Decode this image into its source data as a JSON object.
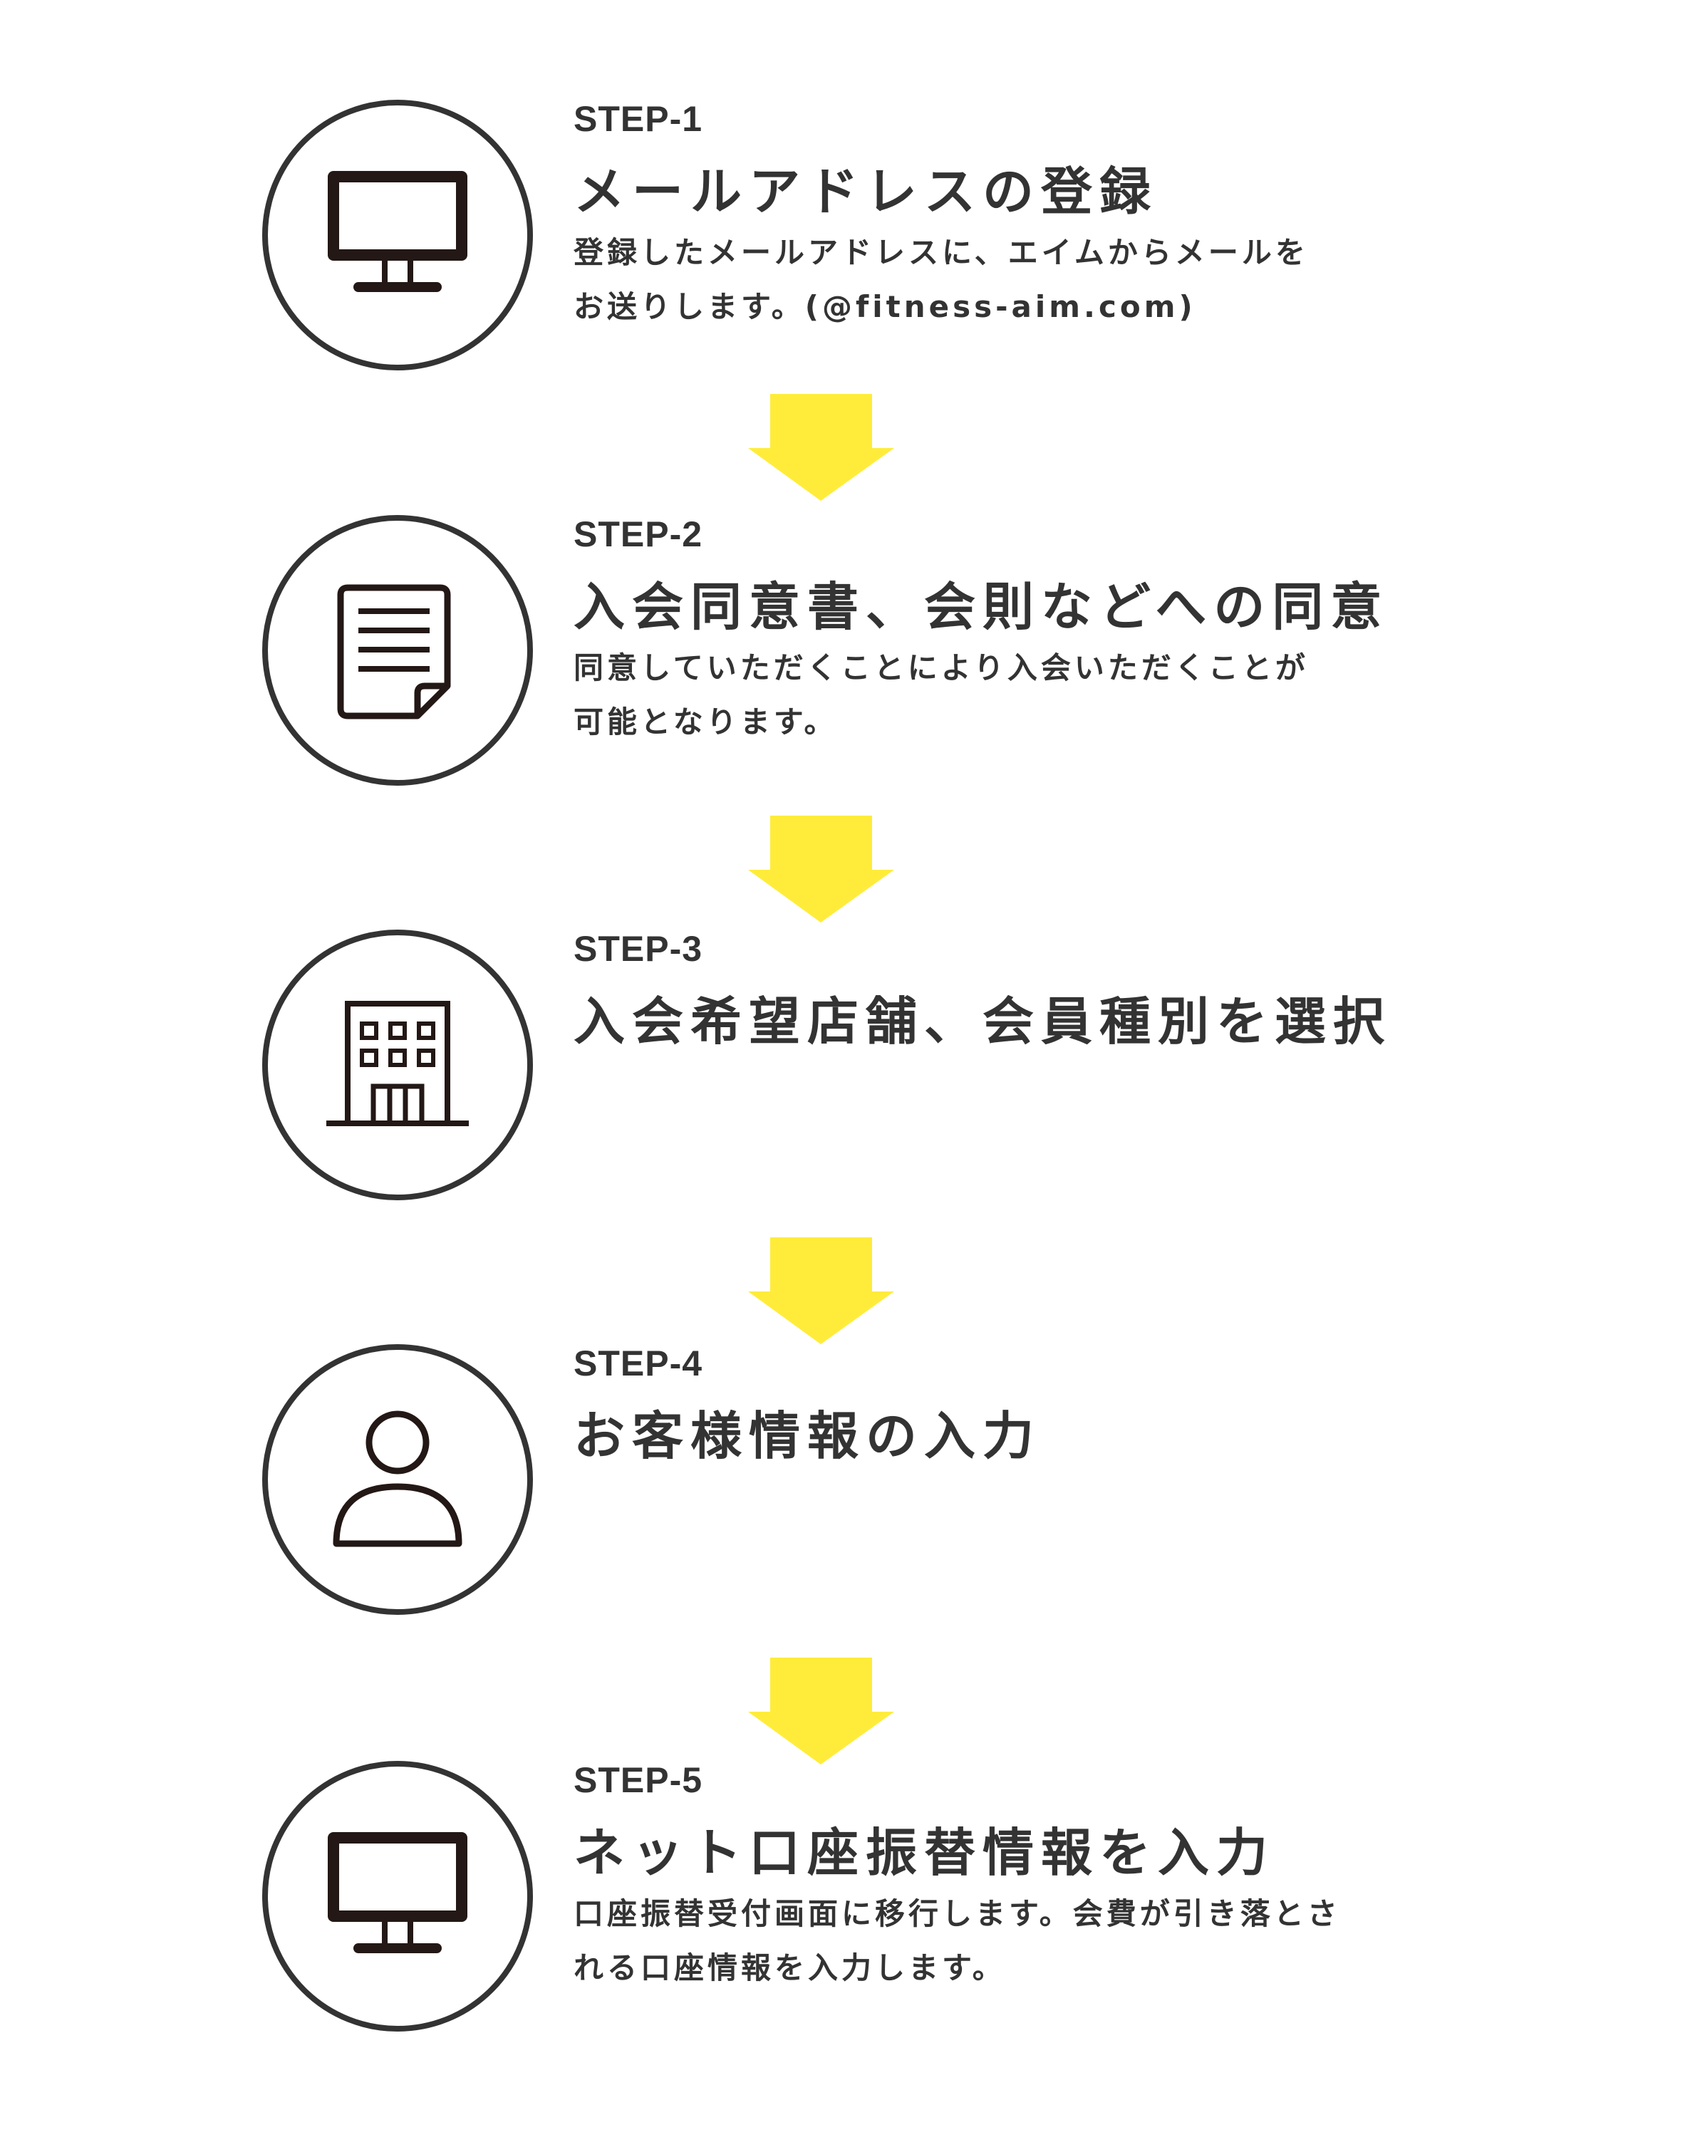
{
  "colors": {
    "arrow": "#FFEC3A",
    "circle": "#333333",
    "icon": "#231815"
  },
  "steps": [
    {
      "label": "STEP-1",
      "title": "メールアドレスの登録",
      "icon": "monitor-icon",
      "desc": [
        "登録したメールアドレスに、エイムからメールを",
        "お送りします。(@fitness-aim.com)"
      ]
    },
    {
      "label": "STEP-2",
      "title": "入会同意書、会則などへの同意",
      "icon": "document-icon",
      "desc": [
        "同意していただくことにより入会いただくことが",
        "可能となります。"
      ]
    },
    {
      "label": "STEP-3",
      "title": "入会希望店舗、会員種別を選択",
      "icon": "building-icon",
      "desc": []
    },
    {
      "label": "STEP-4",
      "title": "お客様情報の入力",
      "icon": "person-icon",
      "desc": []
    },
    {
      "label": "STEP-5",
      "title": "ネット口座振替情報を入力",
      "icon": "monitor-icon",
      "desc": [
        "口座振替受付画面に移行します。会費が引き落とさ",
        "れる口座情報を入力します。"
      ]
    }
  ]
}
